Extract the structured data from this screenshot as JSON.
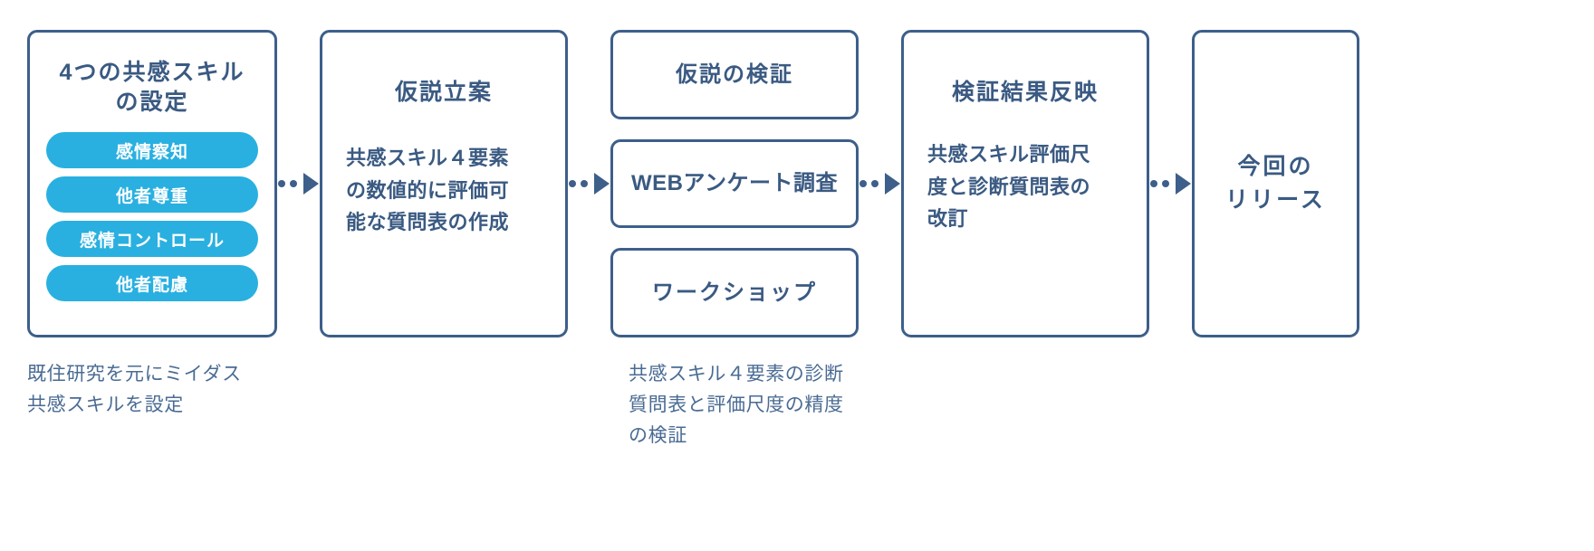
{
  "diagram": {
    "type": "process-flow",
    "direction": "left-to-right",
    "accent_box_border": "#3d5f8a",
    "accent_pill_fill": "#29b0e0",
    "text_color": "#3a5a82",
    "caption_color": "#4a6b93",
    "background": "#ffffff"
  },
  "stages": [
    {
      "id": "stage-1",
      "title": "4つの共感スキル\nの設定",
      "pills": [
        {
          "label": "感情察知"
        },
        {
          "label": "他者尊重"
        },
        {
          "label": "感情コントロール"
        },
        {
          "label": "他者配慮"
        }
      ],
      "caption": "既住研究を元にミイダス\n共感スキルを設定"
    },
    {
      "id": "stage-2",
      "title": "仮説立案",
      "body": "共感スキル４要素\nの数値的に評価可\n能な質問表の作成"
    },
    {
      "id": "stage-3",
      "cards": [
        {
          "id": "stage-3-card-1",
          "title": "仮説の検証"
        },
        {
          "id": "stage-3-card-2",
          "title": "WEBアンケート調査"
        },
        {
          "id": "stage-3-card-3",
          "title": "ワークショップ"
        }
      ],
      "caption": "共感スキル４要素の診断\n質問表と評価尺度の精度\nの検証"
    },
    {
      "id": "stage-4",
      "title": "検証結果反映",
      "body": "共感スキル評価尺\n度と診断質問表の\n改訂"
    },
    {
      "id": "stage-5",
      "title": "今回の\nリリース"
    }
  ],
  "connectors": [
    {
      "id": "connector-1",
      "glyph": "••▶"
    },
    {
      "id": "connector-2",
      "glyph": "••▶"
    },
    {
      "id": "connector-3",
      "glyph": "••▶"
    },
    {
      "id": "connector-4",
      "glyph": "••▶"
    }
  ]
}
